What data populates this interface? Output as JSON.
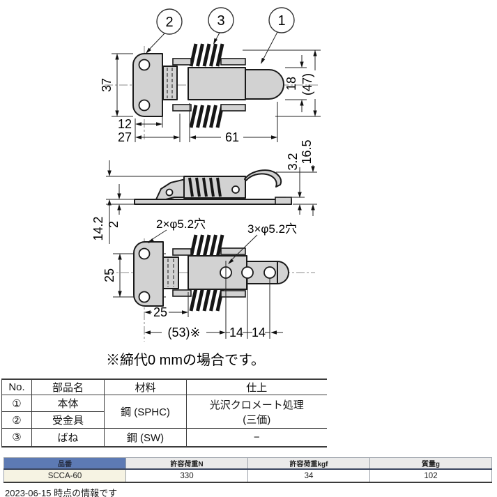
{
  "drawing": {
    "callouts": {
      "c1": "1",
      "c2": "2",
      "c3": "3"
    },
    "top": {
      "d37": "37",
      "d18": "18",
      "d47": "(47)",
      "d12": "12",
      "d27": "27",
      "d61": "61"
    },
    "side": {
      "d3_2": "3.2",
      "d16_5": "16.5",
      "d14_2": "14.2",
      "d2": "2"
    },
    "bottom": {
      "d25v": "25",
      "d25h": "25",
      "d53": "(53)※",
      "d14a": "14",
      "d14b": "14",
      "holes2": "2×φ5.2穴",
      "holes3": "3×φ5.2穴"
    },
    "note": "※締代0 mmの場合です。"
  },
  "parts_table": {
    "headers": [
      "No.",
      "部品名",
      "材料",
      "仕上"
    ],
    "rows": [
      {
        "no": "①",
        "name": "本体"
      },
      {
        "no": "②",
        "name": "受金具"
      },
      {
        "no": "③",
        "name": "ばね",
        "material": "鋼 (SW)",
        "finish": "−"
      }
    ],
    "material_merged": "鋼 (SPHC)",
    "finish_line1": "光沢クロメート処理",
    "finish_line2": "(三価)"
  },
  "spec_table": {
    "headers": [
      "品番",
      "許容荷重N",
      "許容荷重kgf",
      "質量g"
    ],
    "row": {
      "part_no": "SCCA-60",
      "load_n": "330",
      "load_kgf": "34",
      "mass": "102"
    }
  },
  "footer": {
    "text": "2023-06-15 時点の情報です"
  },
  "colors": {
    "part_fill": "#d2d2d2",
    "line": "#1a1a1a",
    "part_no_header_bg": "#5d7ab4",
    "part_no_cell_bg": "#f6f3e3",
    "header_gray_bg": "#eaeaea"
  }
}
